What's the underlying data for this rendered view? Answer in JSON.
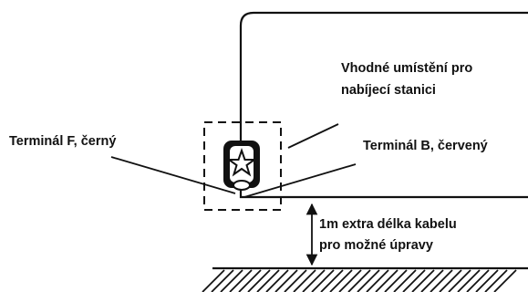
{
  "labels": {
    "station_location_line1": "Vhodné umístění pro",
    "station_location_line2": "nabíjecí stanici",
    "terminal_f": "Terminál F, černý",
    "terminal_b": "Terminál B, červený",
    "extra_cable_line1": "1m extra délka kabelu",
    "extra_cable_line2": "pro možné úpravy"
  },
  "colors": {
    "ink": "#111111",
    "background": "#ffffff"
  }
}
